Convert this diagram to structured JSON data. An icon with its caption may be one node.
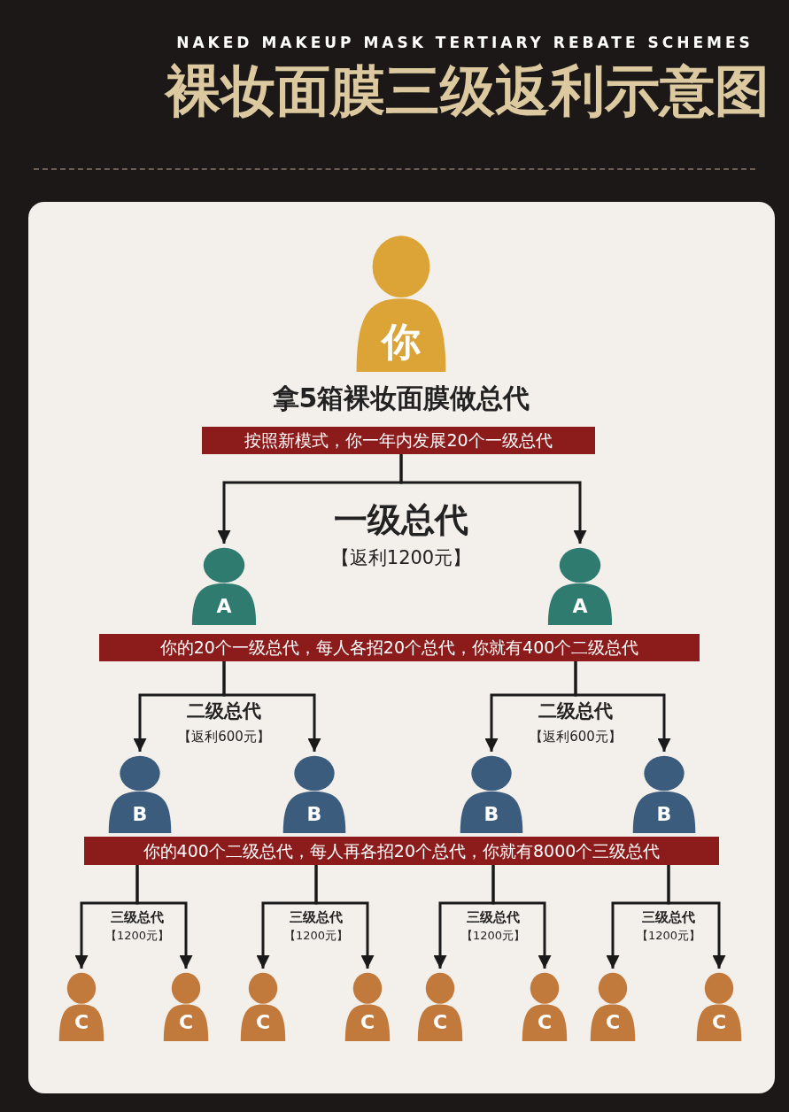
{
  "diagram": {
    "title": "裸妆面膜三级返利示意图",
    "nodes": [
      {
        "text": [
          "你"
        ],
        "beside": [
          "拿5箱裸妆面膜做总代"
        ]
      },
      {
        "text": [
          "按照新模式，你一年内发展20个一级总代"
        ]
      },
      {
        "text": [
          "A"
        ]
      },
      {
        "text": [
          "A"
        ]
      },
      {
        "text": [
          "你的20个一级总代，每人各招20个总代，你就有400个二级总代"
        ]
      },
      {
        "text": [
          "B"
        ]
      },
      {
        "text": [
          "B"
        ]
      },
      {
        "text": [
          "B"
        ]
      },
      {
        "text": [
          "B"
        ]
      },
      {
        "text": [
          "你的400个二级总代，每人再各招20个总代，你就有8000个三级总代"
        ]
      },
      {
        "text": [
          "C"
        ]
      },
      {
        "text": [
          "C"
        ]
      },
      {
        "text": [
          "C"
        ]
      },
      {
        "text": [
          "C"
        ]
      },
      {
        "text": [
          "C"
        ]
      },
      {
        "text": [
          "C"
        ]
      },
      {
        "text": [
          "C"
        ]
      },
      {
        "text": [
          "C"
        ]
      }
    ],
    "edges": [
      {
        "from": 1,
        "to": 2,
        "arrow": "to"
      },
      {
        "from": 1,
        "to": 3,
        "arrow": "to"
      },
      {
        "from": 4,
        "to": 5,
        "arrow": "to"
      },
      {
        "from": 4,
        "to": 6,
        "arrow": "to"
      },
      {
        "from": 4,
        "to": 7,
        "arrow": "to"
      },
      {
        "from": 4,
        "to": 8,
        "arrow": "to"
      },
      {
        "from": 9,
        "to": 10,
        "arrow": "to"
      },
      {
        "from": 9,
        "to": 11,
        "arrow": "to"
      },
      {
        "from": 9,
        "to": 12,
        "arrow": "to"
      },
      {
        "from": 9,
        "to": 13,
        "arrow": "to"
      },
      {
        "from": 9,
        "to": 14,
        "arrow": "to"
      },
      {
        "from": 9,
        "to": 15,
        "arrow": "to"
      },
      {
        "from": 9,
        "to": 16,
        "arrow": "to"
      },
      {
        "from": 9,
        "to": 17,
        "arrow": "to"
      }
    ],
    "labels": [
      "NAKED MAKEUP MASK TERTIARY REBATE SCHEMES",
      "一级总代",
      "【返利1200元】",
      "二级总代",
      "【返利600元】",
      "二级总代",
      "【返利600元】",
      "三级总代",
      "【1200元】",
      "三级总代",
      "【1200元】",
      "三级总代",
      "【1200元】",
      "三级总代",
      "【1200元】"
    ]
  }
}
